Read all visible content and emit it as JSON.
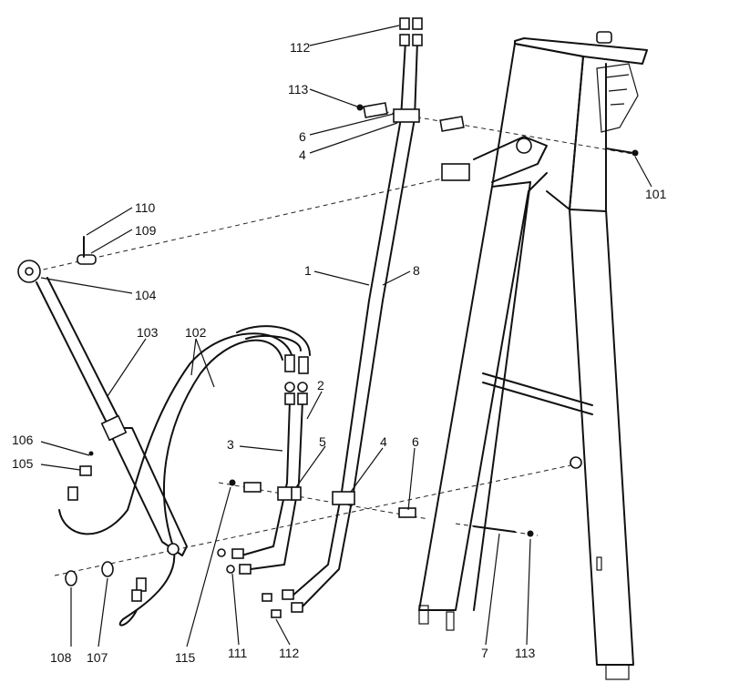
{
  "labels": {
    "l112_top": "112",
    "l113_top": "113",
    "l6_top": "6",
    "l4_top": "4",
    "l101": "101",
    "l110": "110",
    "l109": "109",
    "l104": "104",
    "l1": "1",
    "l8": "8",
    "l103": "103",
    "l102": "102",
    "l2": "2",
    "l3": "3",
    "l5": "5",
    "l4_mid": "4",
    "l6_mid": "6",
    "l106": "106",
    "l105": "105",
    "l108": "108",
    "l107": "107",
    "l115": "115",
    "l111": "111",
    "l112_bot": "112",
    "l7": "7",
    "l113_bot": "113"
  }
}
